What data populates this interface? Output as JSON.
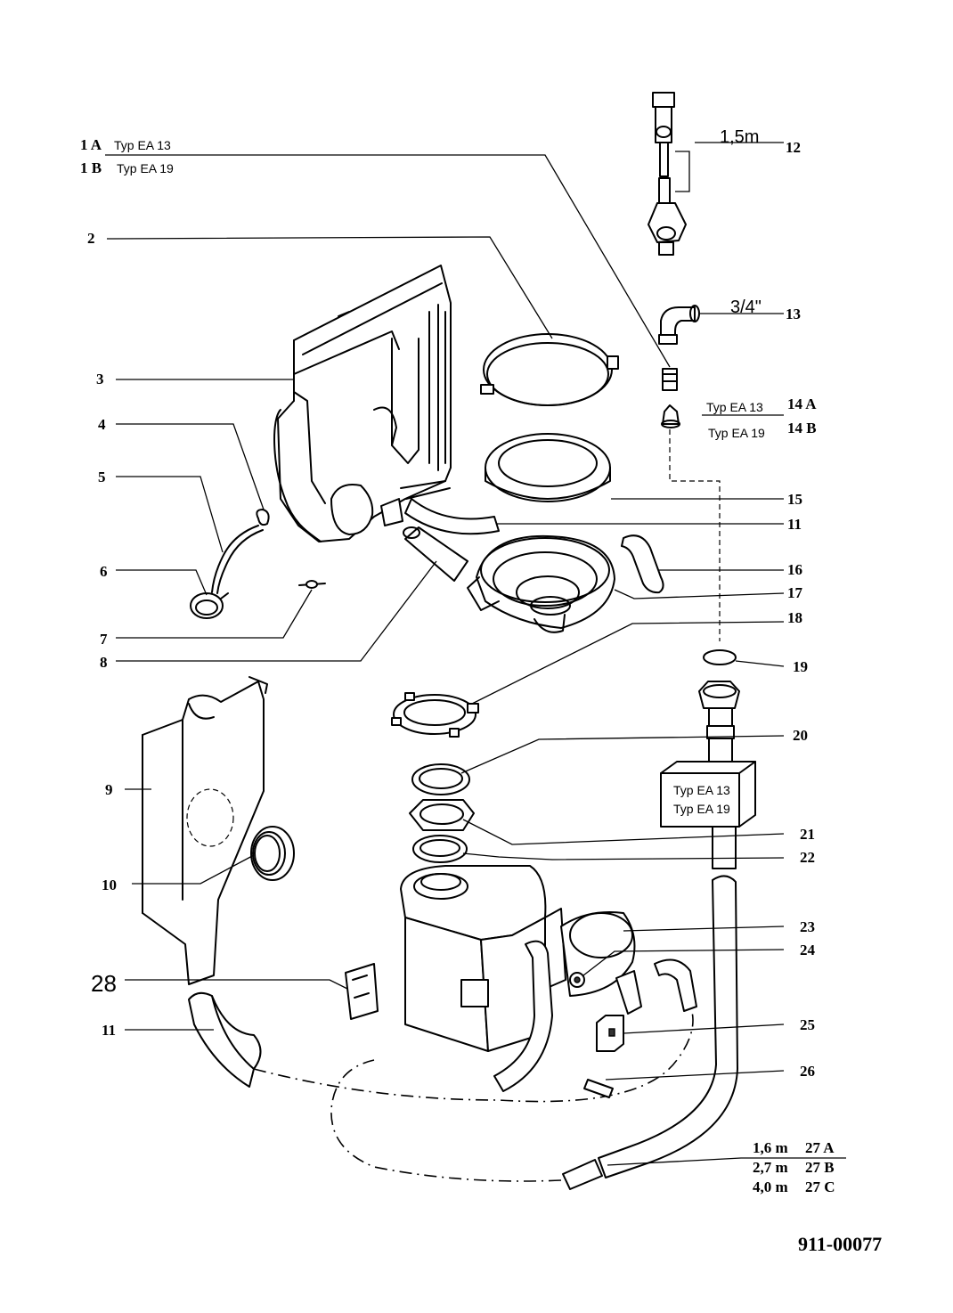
{
  "document_number": "911-00077",
  "labels": {
    "p1a": "1 A",
    "p1a_typ": "Typ EA 13",
    "p1b": "1 B",
    "p1b_typ": "Typ EA 19",
    "p2": "2",
    "p3": "3",
    "p4": "4",
    "p5": "5",
    "p6": "6",
    "p7": "7",
    "p8": "8",
    "p9": "9",
    "p10": "10",
    "p11a": "11",
    "p11b": "11",
    "p12": "12",
    "p12_dim": "1,5m",
    "p13": "13",
    "p13_dim": "3/4\"",
    "p14a": "14 A",
    "p14a_typ": "Typ EA 13",
    "p14b": "14 B",
    "p14b_typ": "Typ EA 19",
    "p15": "15",
    "p16": "16",
    "p17": "17",
    "p18": "18",
    "p19": "19",
    "p20": "20",
    "p21": "21",
    "p22": "22",
    "p23": "23",
    "p24": "24",
    "p25": "25",
    "p26": "26",
    "p27a": "27 A",
    "p27a_len": "1,6 m",
    "p27b": "27 B",
    "p27b_len": "2,7 m",
    "p27c": "27 C",
    "p27c_len": "4,0 m",
    "p28": "28",
    "box_line1": "Typ EA 13",
    "box_line2": "Typ EA 19"
  }
}
